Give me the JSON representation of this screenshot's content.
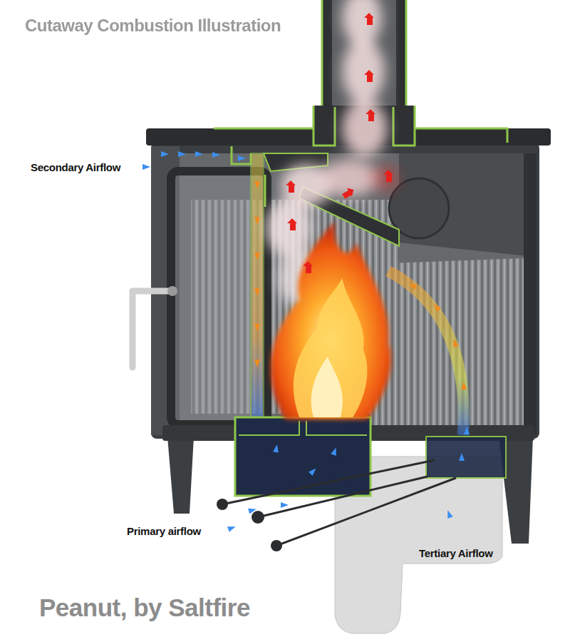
{
  "diagram": {
    "title": "Cutaway Combustion Illustration",
    "caption": "Peanut, by Saltfire",
    "labels": [
      "Secondary Airflow",
      "Primary airflow",
      "Tertiary Airflow"
    ]
  }
}
